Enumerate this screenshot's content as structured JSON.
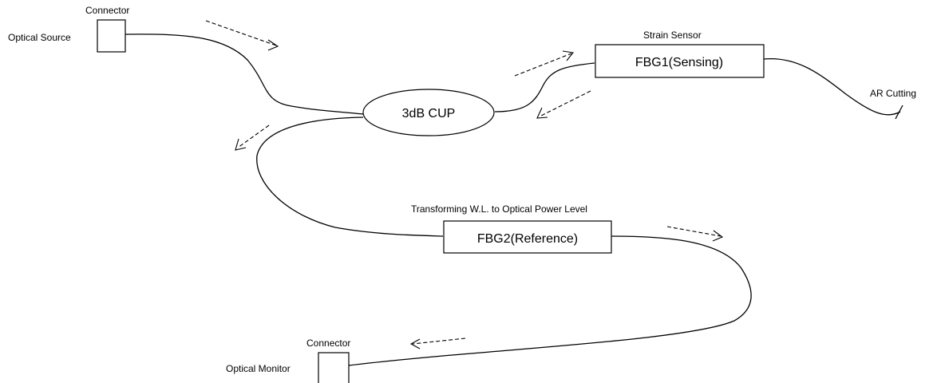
{
  "labels": {
    "connector_top": "Connector",
    "optical_source": "Optical Source",
    "strain_sensor": "Strain Sensor",
    "fbg1": "FBG1(Sensing)",
    "ar_cutting": "AR Cutting",
    "coupler": "3dB CUP",
    "transforming": "Transforming W.L. to Optical Power Level",
    "fbg2": "FBG2(Reference)",
    "connector_bottom": "Connector",
    "optical_monitor": "Optical  Monitor"
  },
  "colors": {
    "line": "#000000",
    "background": "#ffffff"
  }
}
